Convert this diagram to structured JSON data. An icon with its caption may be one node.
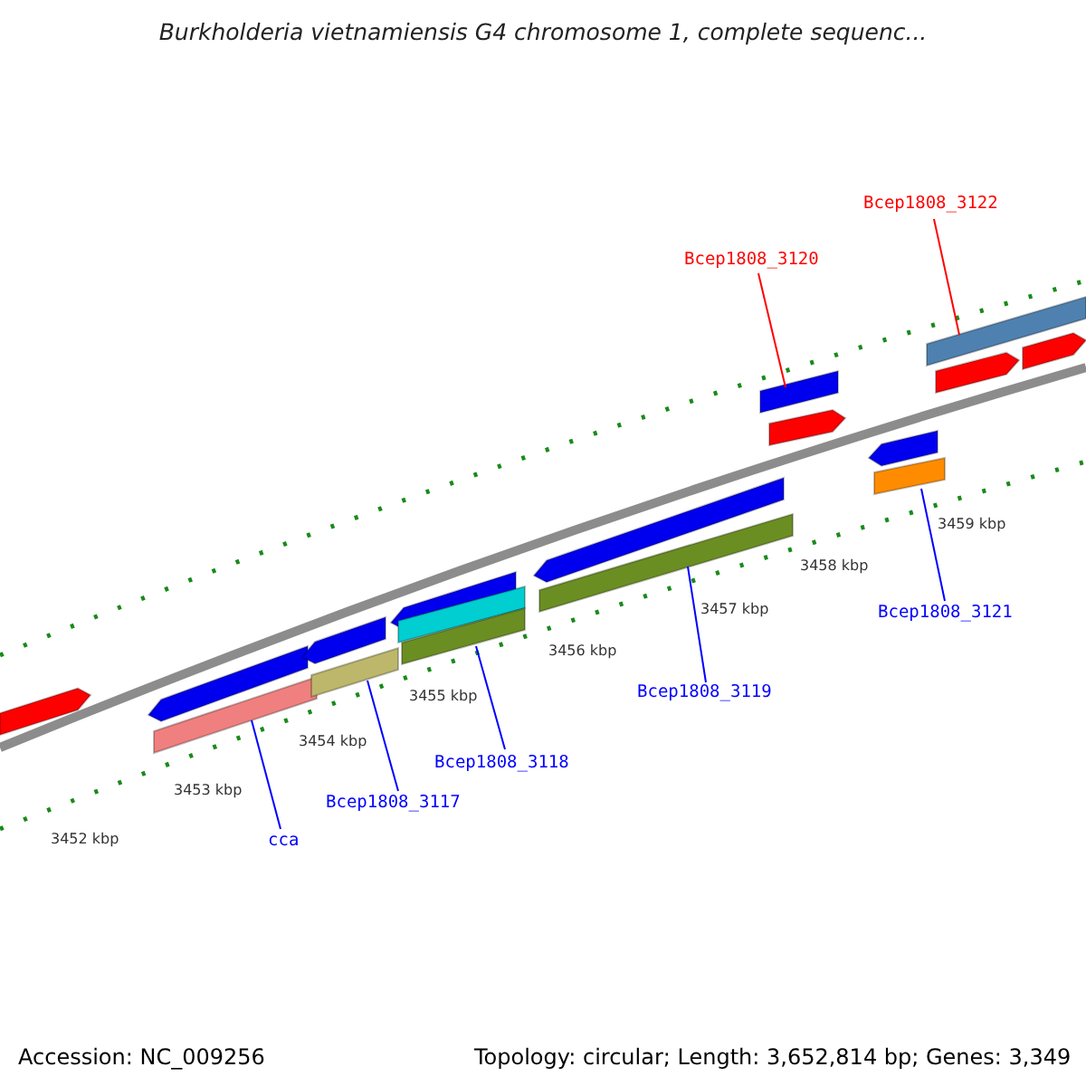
{
  "diagram": {
    "title": "Burkholderia vietnamiensis G4 chromosome 1, complete sequenc...",
    "nodes": [
      {
        "text": [
          "Bcep1808_3122"
        ]
      },
      {
        "text": [
          "Bcep1808_3120"
        ]
      },
      {
        "text": [
          "Bcep1808_3121"
        ]
      },
      {
        "text": [
          "Bcep1808_3119"
        ]
      },
      {
        "text": [
          "Bcep1808_3118"
        ]
      },
      {
        "text": [
          "Bcep1808_3117"
        ]
      },
      {
        "text": [
          "cca"
        ]
      },
      {
        "text": [],
        "shape": "arrow"
      },
      {
        "text": [],
        "shape": "arrow"
      },
      {
        "text": [],
        "shape": "bar"
      },
      {
        "text": [],
        "shape": "arrow"
      },
      {
        "text": [],
        "shape": "bar"
      },
      {
        "text": [],
        "shape": "arrow"
      },
      {
        "text": [],
        "shape": "bar"
      },
      {
        "text": [],
        "shape": "bar"
      },
      {
        "text": [],
        "shape": "arrow"
      },
      {
        "text": [],
        "shape": "bar"
      },
      {
        "text": [],
        "shape": "bar"
      },
      {
        "text": [],
        "shape": "arrow"
      },
      {
        "text": [],
        "shape": "arrow"
      },
      {
        "text": [],
        "shape": "bar"
      },
      {
        "text": [],
        "shape": "bar"
      },
      {
        "text": [],
        "shape": "arrow"
      },
      {
        "text": [],
        "shape": "arrow"
      }
    ],
    "edges": [
      {
        "from": 0,
        "to": 21,
        "arrow": "none",
        "color": "#ff0000"
      },
      {
        "from": 1,
        "to": 17,
        "arrow": "none",
        "color": "#ff0000"
      },
      {
        "from": 2,
        "to": 20,
        "arrow": "none",
        "color": "#0000ff"
      },
      {
        "from": 3,
        "to": 16,
        "arrow": "none",
        "color": "#0000ff"
      },
      {
        "from": 4,
        "to": 14,
        "arrow": "none",
        "color": "#0000ff"
      },
      {
        "from": 5,
        "to": 11,
        "arrow": "none",
        "color": "#0000ff"
      },
      {
        "from": 6,
        "to": 9,
        "arrow": "none",
        "color": "#0000ff"
      }
    ],
    "labels": [
      "3459 kbp",
      "3458 kbp",
      "3457 kbp",
      "3456 kbp",
      "3455 kbp",
      "3454 kbp",
      "3453 kbp",
      "3452 kbp",
      "Accession: NC_009256",
      "Topology: circular; Length: 3,652,814 bp; Genes: 3,349"
    ]
  }
}
